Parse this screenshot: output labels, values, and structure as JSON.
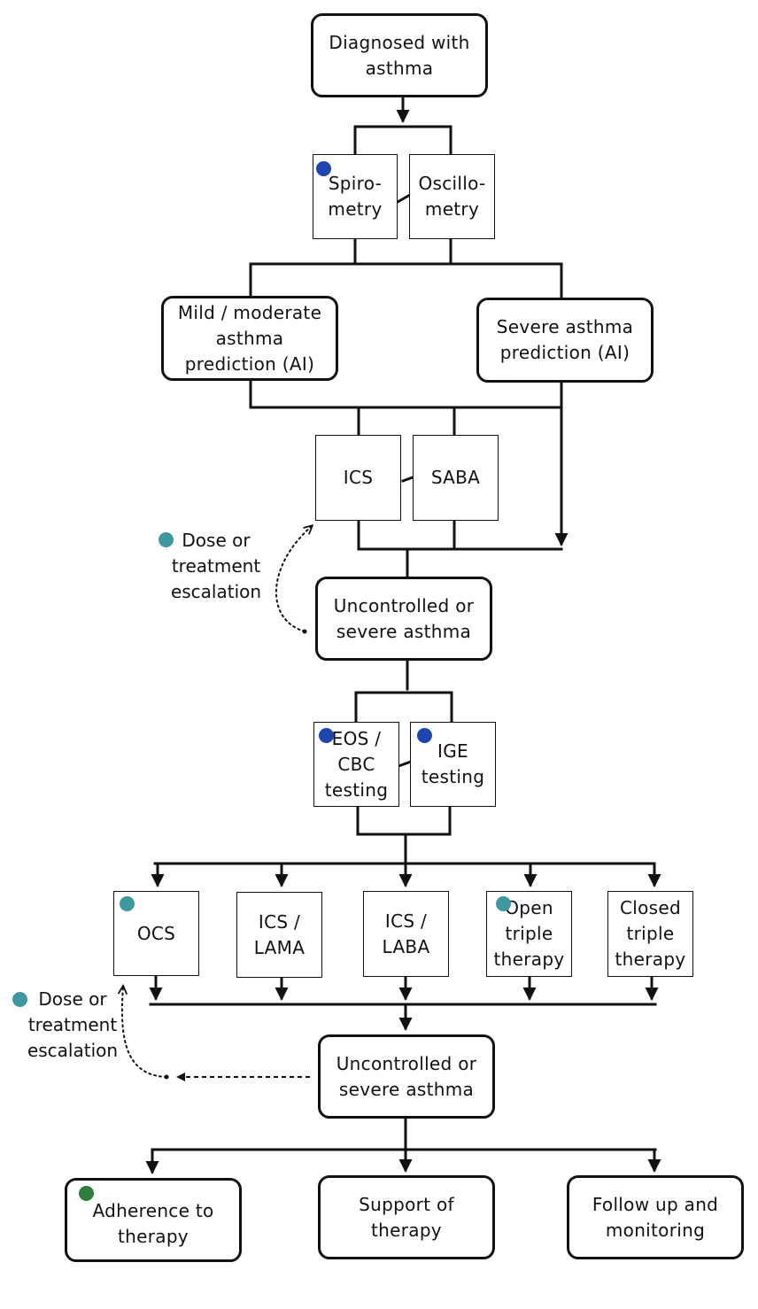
{
  "colors": {
    "line": "#111111",
    "blue_dot": "#1f45b0",
    "teal_dot": "#3f98a0",
    "green_dot": "#2f7d3a"
  },
  "nodes": {
    "diagnosed": "Diagnosed with\nasthma",
    "spirometry": "Spiro-\nmetry",
    "oscillometry": "Oscillo-\nmetry",
    "mild_moderate": "Mild / moderate\nasthma\nprediction (AI)",
    "severe_prediction": "Severe asthma\nprediction (AI)",
    "ics": "ICS",
    "saba": "SABA",
    "uncontrolled_1": "Uncontrolled or\nsevere asthma",
    "eos_cbc": "EOS /\nCBC\ntesting",
    "ige": "IGE\ntesting",
    "ocs": "OCS",
    "ics_lama": "ICS /\nLAMA",
    "ics_laba": "ICS /\nLABA",
    "open_triple": "Open\ntriple\ntherapy",
    "closed_triple": "Closed\ntriple\ntherapy",
    "uncontrolled_2": "Uncontrolled or\nsevere asthma",
    "adherence": "Adherence to\ntherapy",
    "support": "Support of\ntherapy",
    "follow_up": "Follow up and\nmonitoring"
  },
  "notes": {
    "escalation_1": "Dose or\ntreatment\nescalation",
    "escalation_2": "Dose or\ntreatment\nescalation"
  }
}
